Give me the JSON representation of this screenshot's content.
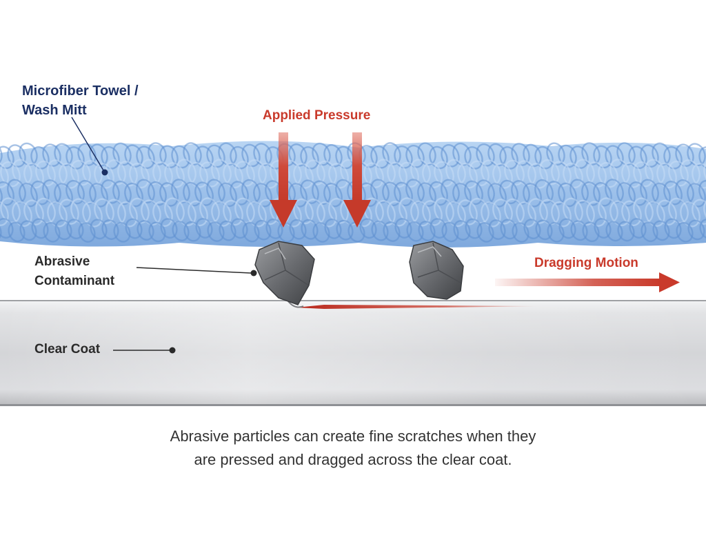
{
  "labels": {
    "towel_line1": "Microfiber Towel /",
    "towel_line2": "Wash Mitt",
    "applied_pressure": "Applied Pressure",
    "contaminant_line1": "Abrasive",
    "contaminant_line2": "Contaminant",
    "dragging_motion": "Dragging Motion",
    "clear_coat": "Clear Coat"
  },
  "caption": {
    "line1": "Abrasive particles can create fine scratches when they",
    "line2": "are pressed and dragged across the clear coat."
  },
  "colors": {
    "towel": "#9ec2ec",
    "towel_dark": "#5f8fd0",
    "towel_text": "#1b2f63",
    "accent_red": "#c93a2b",
    "rock": "#6d6f73",
    "clear_coat": "#d8d9db"
  }
}
